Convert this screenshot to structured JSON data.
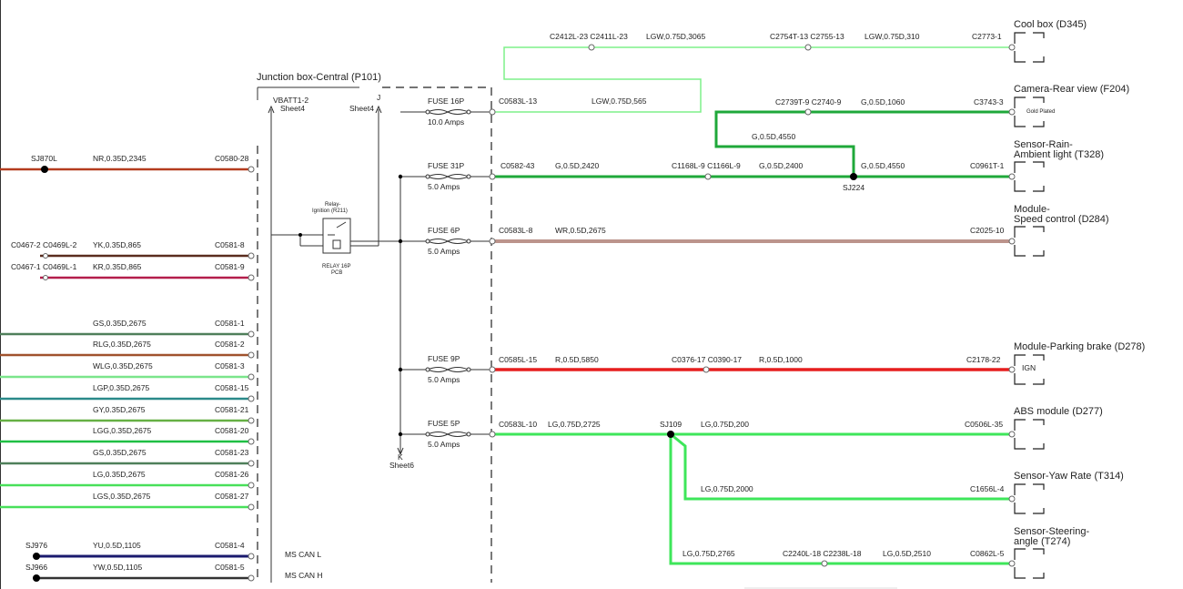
{
  "junction_box": {
    "title": "Junction box-Central (P101)",
    "vbatt": "VBATT1-2",
    "vbatt_sheet": "Sheet4",
    "j_label": "J",
    "j_sheet": "Sheet4",
    "k_label": "K",
    "k_sheet": "Sheet6"
  },
  "relay": {
    "title_1": "Relay-",
    "title_2": "Ignition (R211)",
    "sub_1": "RELAY 16P",
    "sub_2": "PCB"
  },
  "fuses": [
    {
      "name": "FUSE 16P",
      "amps": "10.0 Amps"
    },
    {
      "name": "FUSE 31P",
      "amps": "5.0 Amps"
    },
    {
      "name": "FUSE 6P",
      "amps": "5.0 Amps"
    },
    {
      "name": "FUSE 9P",
      "amps": "5.0 Amps"
    },
    {
      "name": "FUSE 5P",
      "amps": "5.0 Amps"
    }
  ],
  "left_wires": [
    {
      "id_left": "SJ870L",
      "wire": "NR,0.35D,2345",
      "conn": "C0580-28",
      "color": "#b43c1e"
    },
    {
      "id_left": "C0467-2 C0469L-2",
      "wire": "YK,0.35D,865",
      "conn": "C0581-8",
      "color": "#5a2d1e"
    },
    {
      "id_left": "C0467-1 C0469L-1",
      "wire": "KR,0.35D,865",
      "conn": "C0581-9",
      "color": "#b41e4b"
    },
    {
      "id_left": "",
      "wire": "GS,0.35D,2675",
      "conn": "C0581-1",
      "color": "#4f7f5a"
    },
    {
      "id_left": "",
      "wire": "RLG,0.35D,2675",
      "conn": "C0581-2",
      "color": "#a0522d"
    },
    {
      "id_left": "",
      "wire": "WLG,0.35D,2675",
      "conn": "C0581-3",
      "color": "#7be58b"
    },
    {
      "id_left": "",
      "wire": "LGP,0.35D,2675",
      "conn": "C0581-15",
      "color": "#2a8a8a"
    },
    {
      "id_left": "",
      "wire": "GY,0.35D,2675",
      "conn": "C0581-21",
      "color": "#66b044"
    },
    {
      "id_left": "",
      "wire": "LGG,0.35D,2675",
      "conn": "C0581-20",
      "color": "#1fbf44"
    },
    {
      "id_left": "",
      "wire": "GS,0.35D,2675",
      "conn": "C0581-23",
      "color": "#4f7f5a"
    },
    {
      "id_left": "",
      "wire": "LG,0.35D,2675",
      "conn": "C0581-26",
      "color": "#48e05a"
    },
    {
      "id_left": "",
      "wire": "LGS,0.35D,2675",
      "conn": "C0581-27",
      "color": "#48e05a"
    },
    {
      "id_left": "SJ976",
      "wire": "YU,0.5D,1105",
      "conn": "C0581-4",
      "color": "#1a1a6e"
    },
    {
      "id_left": "SJ966",
      "wire": "YW,0.5D,1105",
      "conn": "C0581-5",
      "color": "#333333"
    }
  ],
  "can": {
    "l": "MS CAN L",
    "h": "MS CAN H"
  },
  "right_labels": {
    "cool_top_conn": "C2412L-23 C2411L-23",
    "cool_top_wire": "LGW,0.75D,3065",
    "cool_mid_conn": "C2754T-13 C2755-13",
    "cool_mid_wire": "LGW,0.75D,310",
    "cool_end": "C2773-1",
    "f16_start": "C0583L-13",
    "f16_wire": "LGW,0.75D,565",
    "cam_conn": "C2739T-9 C2740-9",
    "cam_wire": "G,0.5D,1060",
    "cam_end": "C3743-3",
    "g4550_up": "G,0.5D,4550",
    "f31_start": "C0582-43",
    "f31_wire": "G,0.5D,2420",
    "f31_mid": "C1168L-9 C1166L-9",
    "f31_wire2": "G,0.5D,2400",
    "f31_wire3": "G,0.5D,4550",
    "f31_end": "C0961T-1",
    "sj224": "SJ224",
    "f6_start": "C0583L-8",
    "f6_wire": "WR,0.5D,2675",
    "f6_end": "C2025-10",
    "f9_start": "C0585L-15",
    "f9_wire": "R,0.5D,5850",
    "f9_mid": "C0376-17 C0390-17",
    "f9_wire2": "R,0.5D,1000",
    "f9_end": "C2178-22",
    "f5_start": "C0583L-10",
    "f5_wire": "LG,0.75D,2725",
    "sj109": "SJ109",
    "f5_wire2": "LG,0.75D,200",
    "f5_end": "C0506L-35",
    "yaw_wire": "LG,0.75D,2000",
    "yaw_end": "C1656L-4",
    "steer_wire": "LG,0.75D,2765",
    "steer_mid": "C2240L-18 C2238L-18",
    "steer_wire2": "LG,0.5D,2510",
    "steer_end": "C0862L-5"
  },
  "components": [
    {
      "name_1": "Cool box (D345)",
      "name_2": "",
      "inner": ""
    },
    {
      "name_1": "Camera-Rear view (F204)",
      "name_2": "",
      "inner": "Gold Plated"
    },
    {
      "name_1": "Sensor-Rain-",
      "name_2": "Ambient light (T328)",
      "inner": ""
    },
    {
      "name_1": "Module-",
      "name_2": "Speed control (D284)",
      "inner": ""
    },
    {
      "name_1": "Module-Parking brake (D278)",
      "name_2": "",
      "inner": "IGN"
    },
    {
      "name_1": "ABS module (D277)",
      "name_2": "",
      "inner": ""
    },
    {
      "name_1": "Sensor-Yaw Rate (T314)",
      "name_2": "",
      "inner": ""
    },
    {
      "name_1": "Sensor-Steering-",
      "name_2": "angle (T274)",
      "inner": ""
    }
  ],
  "colors": {
    "green": "#1fa83a",
    "lightgreen": "#3ee65a",
    "lgw": "#7ef08a",
    "red": "#e61e1e",
    "wr": "#7a2a1a"
  }
}
